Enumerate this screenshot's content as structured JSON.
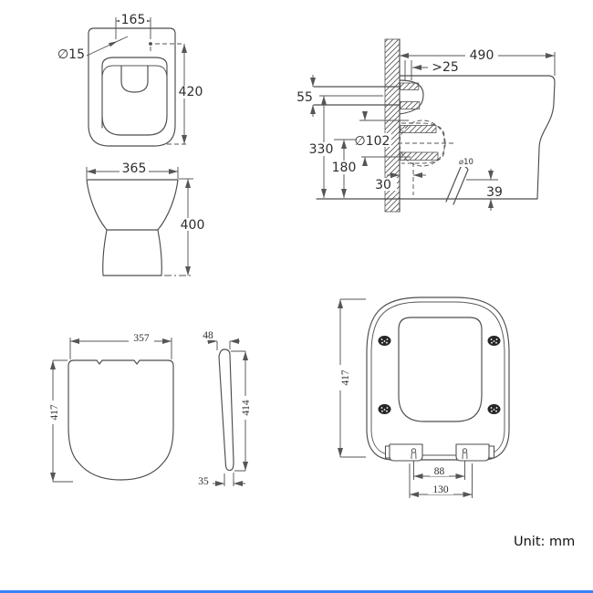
{
  "unit_note": "Unit: mm",
  "views": {
    "pan_top": {
      "hole_spacing": "165",
      "hole_diameter": "∅15",
      "depth": "420"
    },
    "pan_front": {
      "width": "365",
      "height": "400"
    },
    "pan_side": {
      "depth": "490",
      "wall_clearance": ">25",
      "inlet_pipe": "55",
      "inlet_height": "330",
      "outlet_diameter": "∅102",
      "outlet_height": "180",
      "outlet_offset": "30",
      "fixing_hole": "⌀10",
      "fixing_height": "39"
    },
    "seat_top": {
      "width": "357",
      "depth": "417"
    },
    "seat_profile": {
      "front_thickness": "48",
      "length": "414",
      "rear_thickness": "35"
    },
    "seat_bottom": {
      "depth": "417",
      "pin_spacing": "88",
      "hinge_spacing": "130"
    }
  }
}
